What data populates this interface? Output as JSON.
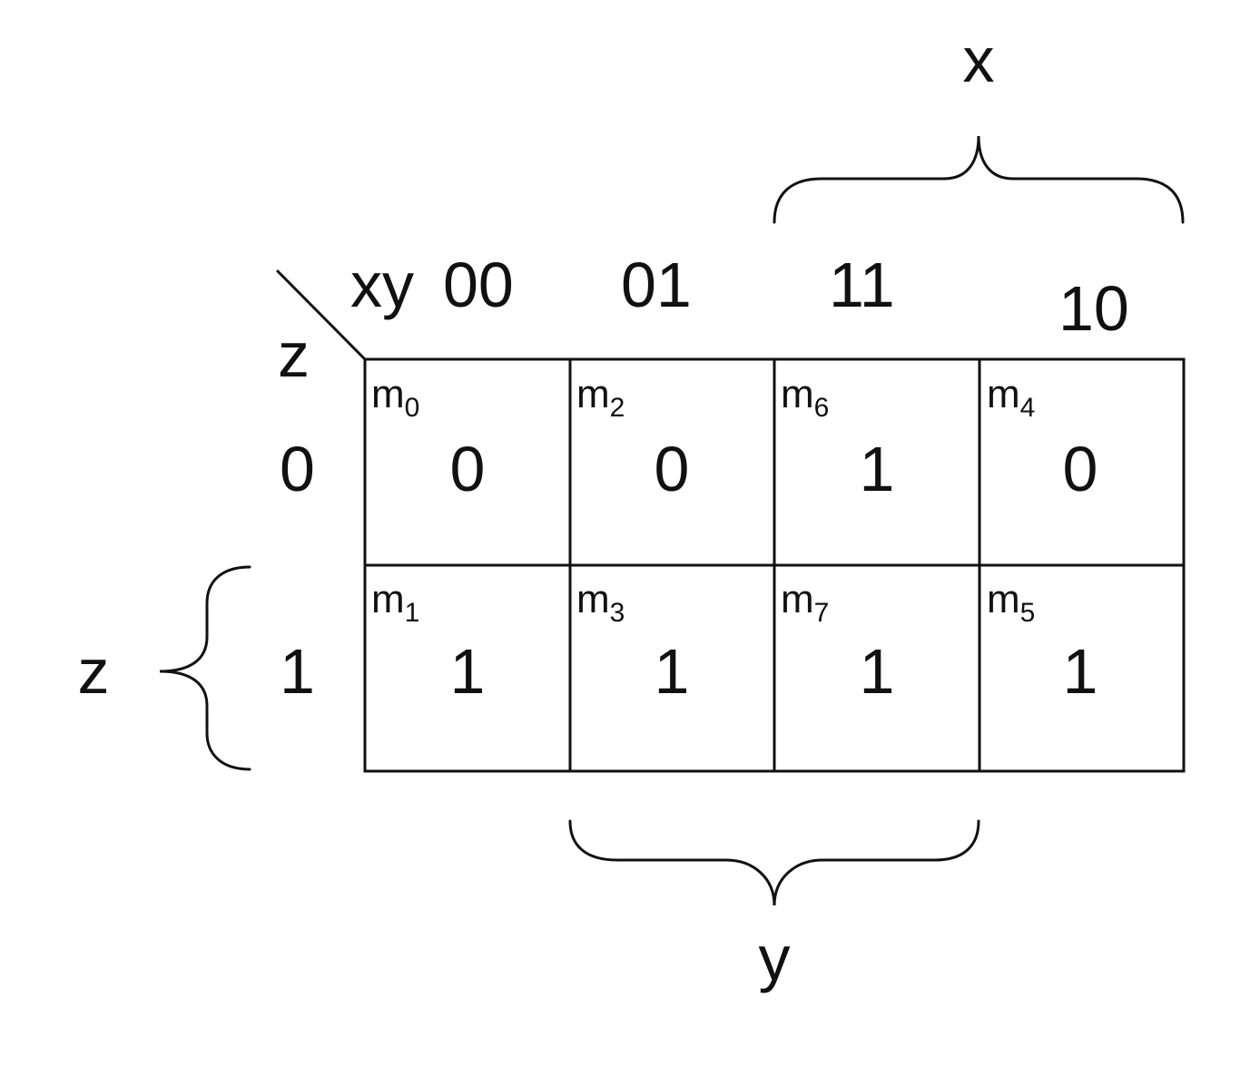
{
  "corner": {
    "column_variables": "xy",
    "row_variable": "z"
  },
  "columns": [
    {
      "code": "00"
    },
    {
      "code": "01"
    },
    {
      "code": "11"
    },
    {
      "code": "10"
    }
  ],
  "rows": [
    {
      "code": "0"
    },
    {
      "code": "1"
    }
  ],
  "cells": [
    [
      {
        "minterm_letter": "m",
        "minterm_index": "0",
        "value": "0"
      },
      {
        "minterm_letter": "m",
        "minterm_index": "2",
        "value": "0"
      },
      {
        "minterm_letter": "m",
        "minterm_index": "6",
        "value": "1"
      },
      {
        "minterm_letter": "m",
        "minterm_index": "4",
        "value": "0"
      }
    ],
    [
      {
        "minterm_letter": "m",
        "minterm_index": "1",
        "value": "1"
      },
      {
        "minterm_letter": "m",
        "minterm_index": "3",
        "value": "1"
      },
      {
        "minterm_letter": "m",
        "minterm_index": "7",
        "value": "1"
      },
      {
        "minterm_letter": "m",
        "minterm_index": "5",
        "value": "1"
      }
    ]
  ],
  "groups": {
    "x_label": "x",
    "y_label": "y",
    "z_label": "z"
  },
  "colors": {
    "ink": "#111111",
    "background": "#ffffff"
  }
}
